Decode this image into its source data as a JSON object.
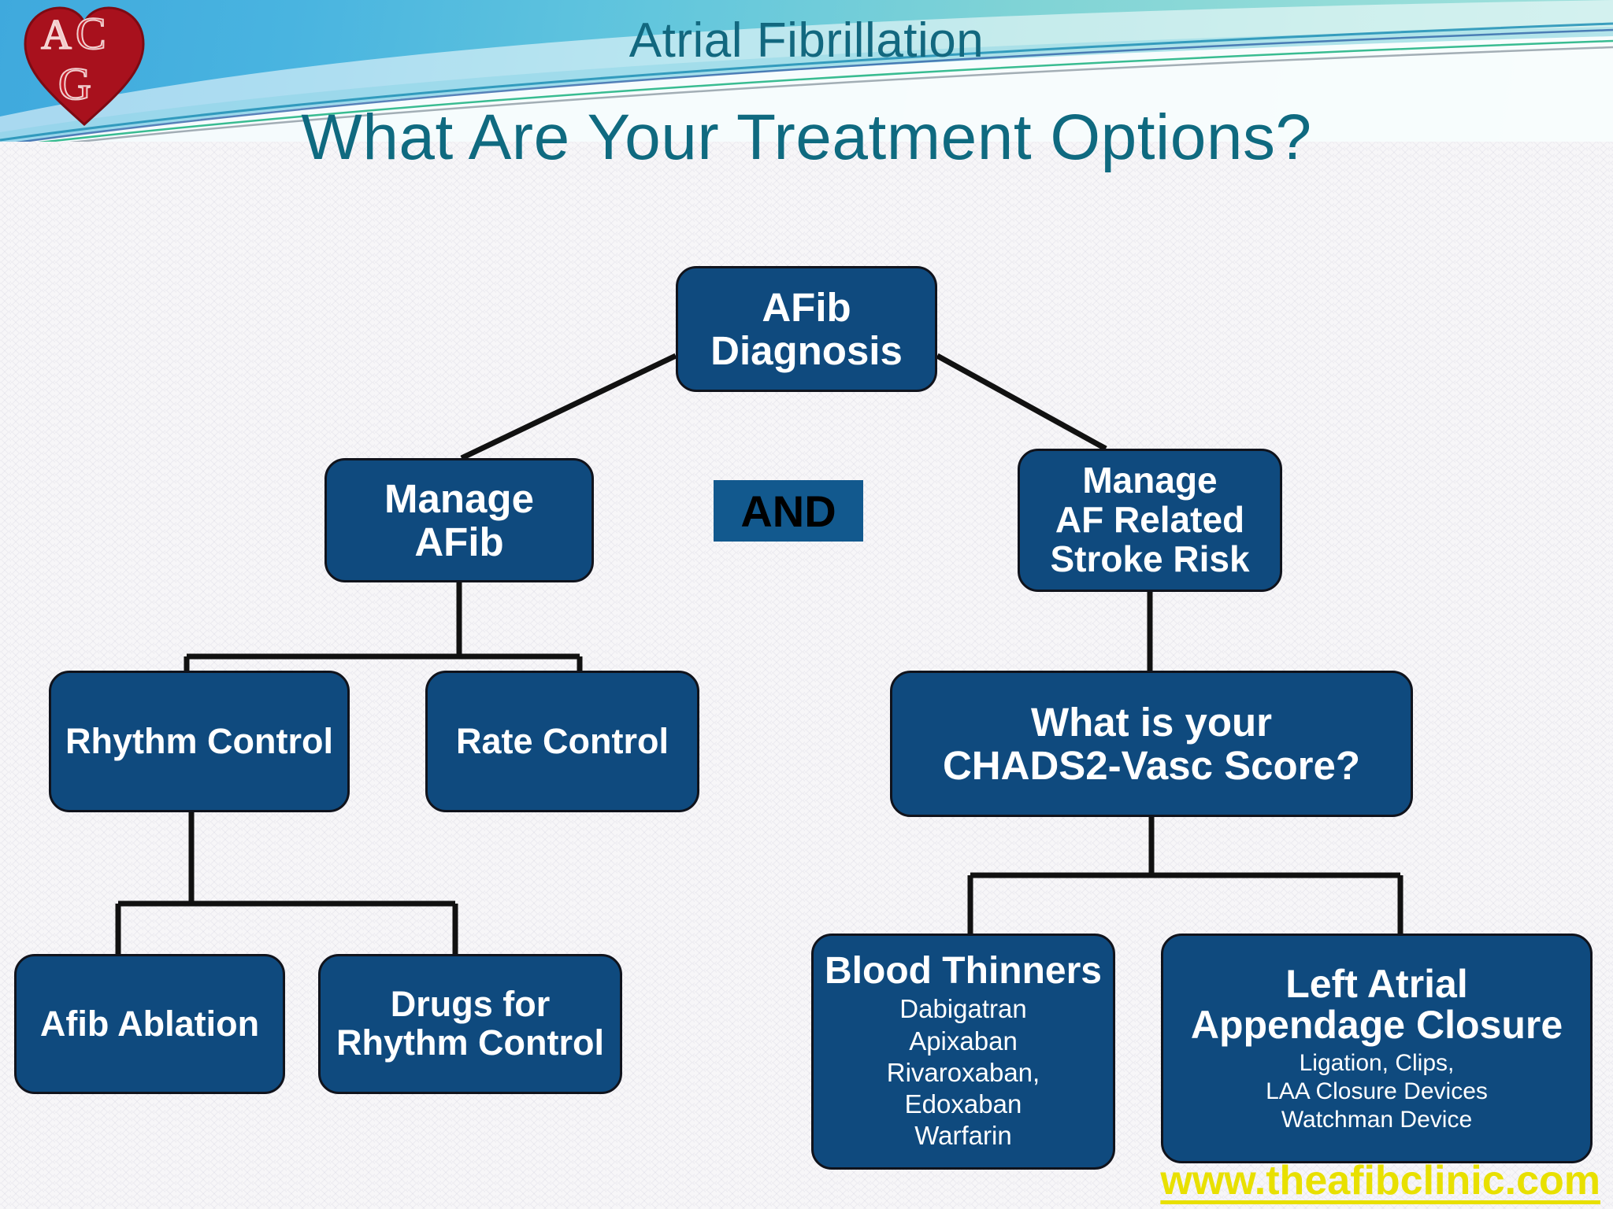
{
  "header": {
    "eyebrow": "Atrial Fibrillation",
    "title": "What Are Your Treatment Options?",
    "logo_name": "acg-heart-logo",
    "band_color_left": "#3fa9dd",
    "band_color_right": "#9fe0dc",
    "title_color": "#0f6a80"
  },
  "theme": {
    "node_fill": "#0f4a7e",
    "node_border": "#10131c",
    "node_text": "#ffffff",
    "and_text": "#000000",
    "connector": "#111111",
    "url_color": "#e8e000",
    "background": "#f7f6f8"
  },
  "diagram": {
    "type": "flowchart",
    "root": {
      "label": "AFib\nDiagnosis",
      "line1": "AFib",
      "line2": "Diagnosis"
    },
    "operator": {
      "label": "AND"
    },
    "branches": [
      {
        "id": "manage-afib",
        "line1": "Manage",
        "line2": "AFib",
        "children": [
          {
            "id": "rhythm-control",
            "label": "Rhythm Control",
            "children": [
              {
                "id": "afib-ablation",
                "label": "Afib Ablation"
              },
              {
                "id": "drugs-rhythm-control",
                "line1": "Drugs  for",
                "line2": "Rhythm Control"
              }
            ]
          },
          {
            "id": "rate-control",
            "label": "Rate Control",
            "children": []
          }
        ]
      },
      {
        "id": "manage-stroke-risk",
        "line1": "Manage",
        "line2": "AF Related",
        "line3": "Stroke Risk",
        "children": [
          {
            "id": "chads2-vasc",
            "line1": "What is your",
            "line2": "CHADS2-Vasc Score?",
            "children": [
              {
                "id": "blood-thinners",
                "heading": "Blood Thinners",
                "items": [
                  "Dabigatran",
                  "Apixaban",
                  "Rivaroxaban,",
                  "Edoxaban",
                  "Warfarin"
                ],
                "items_text": "Dabigatran\nApixaban\nRivaroxaban,\nEdoxaban\nWarfarin"
              },
              {
                "id": "laa-closure",
                "heading_line1": "Left Atrial",
                "heading_line2": "Appendage Closure",
                "items": [
                  "Ligation, Clips,",
                  "LAA Closure Devices",
                  "Watchman Device"
                ],
                "items_text": "Ligation, Clips,\nLAA Closure Devices\nWatchman Device"
              }
            ]
          }
        ]
      }
    ]
  },
  "footer": {
    "url": "www.theafibclinic.com"
  }
}
